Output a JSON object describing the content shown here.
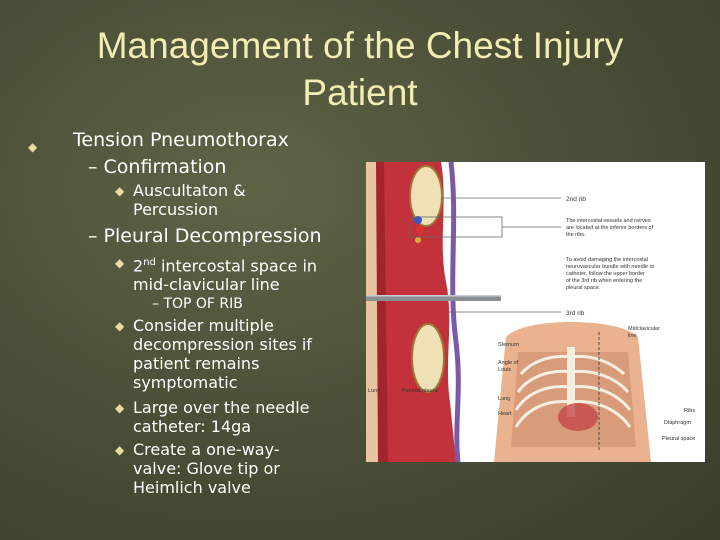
{
  "slide": {
    "title": "Management of the Chest Injury Patient",
    "bullets": {
      "b1": "Tension Pneumothorax",
      "b1_sub1": "– Confirmation",
      "b1_sub1_item1": "Auscultaton & Percussion",
      "b1_sub2": "– Pleural Decompression",
      "b1_sub2_item1_pre": "2",
      "b1_sub2_item1_sup": "nd",
      "b1_sub2_item1_post_line1": " intercostal space in",
      "b1_sub2_item1_line2": "mid-clavicular line",
      "b1_sub2_item1_note": "– TOP OF RIB",
      "b1_sub2_item2": "Consider multiple decompression sites if patient remains symptomatic",
      "b1_sub2_item3": "Large over the needle catheter:  14ga",
      "b1_sub2_item4": "Create a one-way-valve:  Glove tip or Heimlich valve"
    }
  },
  "figure": {
    "labels": {
      "rib2": "2nd rib",
      "note_vessels": "The intercostal vessels and nerves are located at the inferior borders of the ribs.",
      "note_avoid": "To avoid damaging the intercostal neurovascular bundle with needle or catheter, follow the upper border of the 3rd rib when entering the pleural space.",
      "rib3": "3rd rib",
      "lung": "Lung",
      "parietal_pleura": "Parietal pleura",
      "midclavicular": "Midclavicular line",
      "sternum": "Sternum",
      "angle_louis": "Angle of Louis",
      "lung2": "Lung",
      "heart": "Heart",
      "ribs": "Ribs",
      "diaphragm": "Diaphragm",
      "pleural_space": "Pleural space"
    }
  },
  "colors": {
    "title": "#f3ecb4",
    "bullet_marker": "#e7dda0",
    "background": "#4c5038",
    "muscle": "#c3313b",
    "bone": "#efe1b5"
  },
  "icons": [
    "diamond-bullet-icon",
    "chest-anatomy-illustration"
  ]
}
